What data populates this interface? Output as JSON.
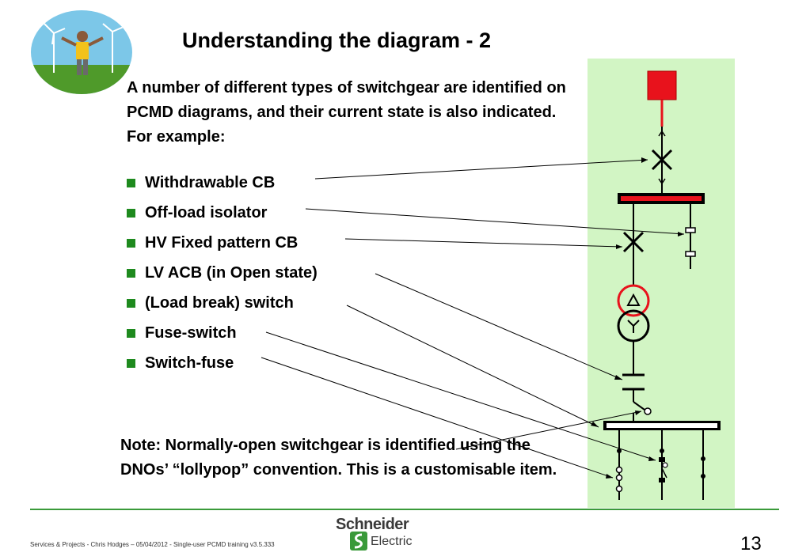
{
  "title": "Understanding the diagram - 2",
  "intro": "A number of different types of switchgear are identified on PCMD diagrams, and their current state is also indicated.  For example:",
  "bullets": [
    {
      "label": "Withdrawable CB"
    },
    {
      "label": "Off-load isolator"
    },
    {
      "label": "HV Fixed pattern CB"
    },
    {
      "label": "LV ACB (in Open state)"
    },
    {
      "label": "(Load break) switch"
    },
    {
      "label": "Fuse-switch"
    },
    {
      "label": "Switch-fuse"
    }
  ],
  "note": "Note: Normally-open switchgear is identified using the DNOs’ “lollypop” convention.  This is a customisable item.",
  "footer": "Services & Projects - Chris Hodges – 05/04/2012 - Single-user PCMD training v3.5.333",
  "brand": {
    "name": "Schneider",
    "sub": "Electric"
  },
  "page_number": "13",
  "colors": {
    "diagram_bg": "#d2f5c4",
    "source_red": "#e8121c",
    "bullet_green": "#1e8a1e",
    "rule_green": "#3a9a3a",
    "busbar_red": "#e8121c"
  }
}
